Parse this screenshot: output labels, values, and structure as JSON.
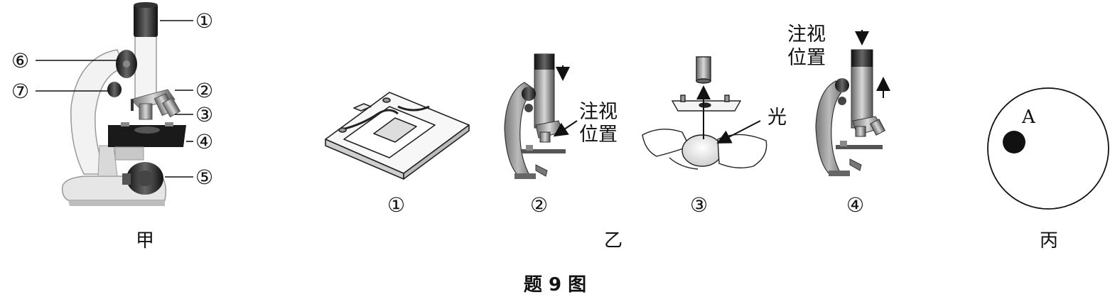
{
  "figure_title": "题 9 图",
  "panels": {
    "jia": {
      "caption": "甲",
      "part_labels": [
        "①",
        "②",
        "③",
        "④",
        "⑤",
        "⑥",
        "⑦"
      ]
    },
    "yi": {
      "caption": "乙",
      "step_labels": [
        "①",
        "②",
        "③",
        "④"
      ],
      "gaze_label_line1": "注视",
      "gaze_label_line2": "位置",
      "light_label": "光"
    },
    "bing": {
      "caption": "丙",
      "dot_label": "A"
    }
  }
}
